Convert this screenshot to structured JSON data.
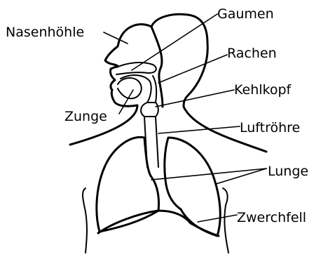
{
  "labels": {
    "nasal_cavity": "Nasenhöhle",
    "palate": "Gaumen",
    "pharynx": "Rachen",
    "larynx": "Kehlkopf",
    "tongue": "Zunge",
    "trachea": "Luftröhre",
    "lungs": "Lunge",
    "diaphragm": "Zwerchfell"
  },
  "colors": {
    "line": "#000000",
    "background": "#ffffff"
  }
}
